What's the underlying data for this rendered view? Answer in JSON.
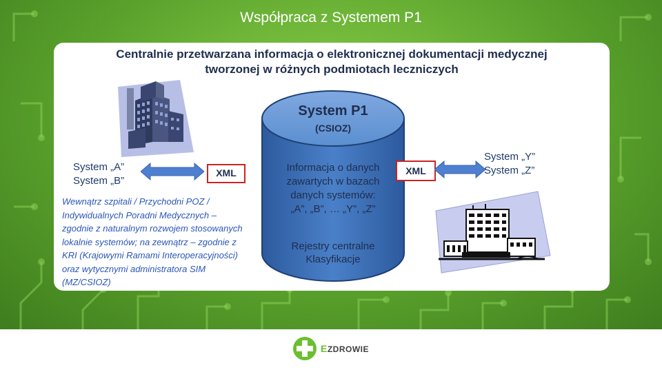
{
  "slide": {
    "title": "Współpraca z Systemem P1"
  },
  "headline": {
    "line1": "Centralnie przetwarzana informacja o elektronicznej dokumentacji medycznej",
    "line2": "tworzonej w różnych podmiotach leczniczych"
  },
  "left_systems": {
    "line1": "System „A”",
    "line2": "System „B”"
  },
  "right_systems": {
    "line1": "System „Y”",
    "line2": "System „Z”"
  },
  "xml_left": "XML",
  "xml_right": "XML",
  "description": [
    "Wewnątrz szpitali / Przychodni POZ /",
    "Indywidualnych Poradni Medycznych –",
    "zgodnie z naturalnym rozwojem stosowanych",
    "lokalnie systemów; na zewnątrz – zgodnie z",
    "KRI (Krajowymi Ramami Interoperacyjności)",
    "oraz wytycznymi administratora SIM",
    "(MZ/CSIOZ)"
  ],
  "cylinder": {
    "title": "System P1",
    "subtitle": "(CSIOZ)",
    "info": [
      "Informacja o danych",
      "zawartych w bazach",
      "danych systemów:",
      "„A”, „B”, … „Y”, „Z”"
    ],
    "registry": [
      "Rejestry centralne",
      "Klasyfikacje"
    ]
  },
  "logo": {
    "text": "ZDROWIE",
    "letter": "E"
  },
  "colors": {
    "green": "#5aa22c",
    "cylinder_blue": "#3b6fb8",
    "cylinder_top": "#5b8fd0",
    "text_dark": "#1f2d4e",
    "desc_blue": "#2a56b8",
    "xml_border": "#cc2222",
    "arrow_blue": "#4f7fd0"
  },
  "icons": {
    "left_building": "hospital-building-3d-icon",
    "right_building": "hospital-building-lineart-icon",
    "logo": "green-cross-logo-icon"
  }
}
